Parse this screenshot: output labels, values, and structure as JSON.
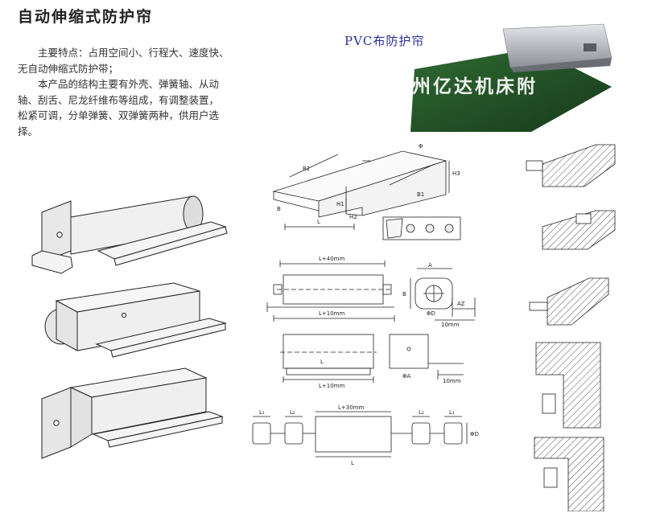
{
  "title": "自动伸缩式防护帘",
  "intro": {
    "line1": "主要特点：占用空间小、行程大、速度快、",
    "line2": "无自动伸缩式防护带；",
    "line3": "本产品的结构主要有外壳、弹簧轴、从动",
    "line4": "轴、刮舌、尼龙纤维布等组成，有调整装置，",
    "line5": "松紧可调，分单弹簧、双弹簧两种，供用户选",
    "line6": "择。"
  },
  "photo_label": "PVC布防护帘",
  "watermark": "州亿达机床附",
  "dims": {
    "b": "B",
    "b1": "B1",
    "b2": "B2",
    "h1": "H1",
    "h2": "H2",
    "h3": "H3",
    "l": "L",
    "phi": "Φ",
    "a": "A",
    "az": "AZ",
    "phi_d": "ΦD",
    "phi_a": "ΦA",
    "l_plus_40": "L+40mm",
    "l_plus_10": "L+10mm",
    "l_plus_30": "L+30mm",
    "ten_mm": "10mm",
    "l1": "L₁",
    "l2": "L₂"
  },
  "colors": {
    "curtain_green": "#1f4a22",
    "housing_gray": "#b8bcc2",
    "line": "#222222",
    "photo_label": "#2a2f9a"
  }
}
